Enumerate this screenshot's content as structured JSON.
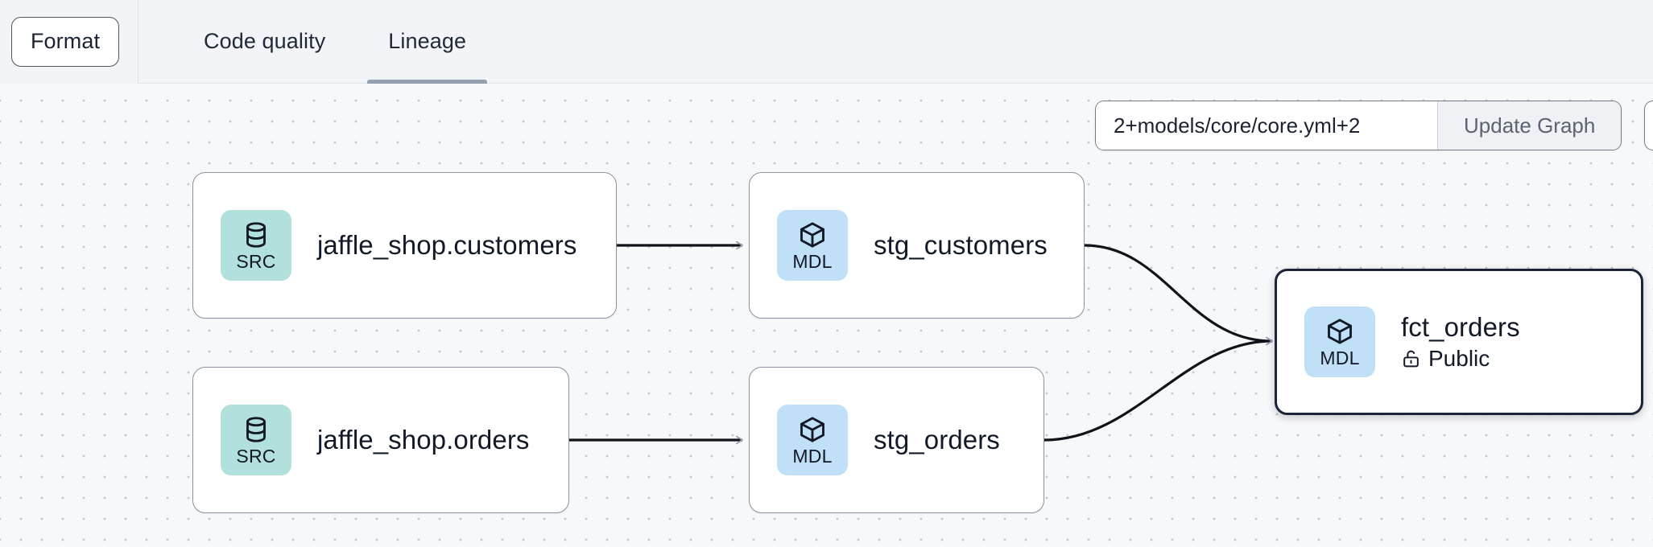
{
  "toolbar": {
    "format_label": "Format",
    "tabs": [
      {
        "label": "Code quality",
        "active": false
      },
      {
        "label": "Lineage",
        "active": true
      }
    ]
  },
  "graph_controls": {
    "selector_value": "2+models/core/core.yml+2",
    "selector_placeholder": "2+models/core/core.yml+2",
    "update_button_label": "Update Graph"
  },
  "lineage": {
    "nodes": [
      {
        "id": "jaffle_shop_customers",
        "badge": "SRC",
        "badge_icon": "database-icon",
        "badge_color": "#b2e0dd",
        "title": "jaffle_shop.customers",
        "subtitle": null,
        "selected": false
      },
      {
        "id": "stg_customers",
        "badge": "MDL",
        "badge_icon": "cube-icon",
        "badge_color": "#bfe0f7",
        "title": "stg_customers",
        "subtitle": null,
        "selected": false
      },
      {
        "id": "jaffle_shop_orders",
        "badge": "SRC",
        "badge_icon": "database-icon",
        "badge_color": "#b2e0dd",
        "title": "jaffle_shop.orders",
        "subtitle": null,
        "selected": false
      },
      {
        "id": "stg_orders",
        "badge": "MDL",
        "badge_icon": "cube-icon",
        "badge_color": "#bfe0f7",
        "title": "stg_orders",
        "subtitle": null,
        "selected": false
      },
      {
        "id": "fct_orders",
        "badge": "MDL",
        "badge_icon": "cube-icon",
        "badge_color": "#bfe0f7",
        "title": "fct_orders",
        "subtitle": "Public",
        "subtitle_icon": "unlock-icon",
        "selected": true
      }
    ],
    "edges": [
      {
        "from": "jaffle_shop_customers",
        "to": "stg_customers"
      },
      {
        "from": "jaffle_shop_orders",
        "to": "stg_orders"
      },
      {
        "from": "stg_customers",
        "to": "fct_orders"
      },
      {
        "from": "stg_orders",
        "to": "fct_orders"
      }
    ],
    "edge_color": "#10131a"
  },
  "colors": {
    "canvas_background": "#f7f8fa",
    "topbar_background": "#f2f4f7",
    "dot_grid": "#c5cad4",
    "node_border": "#8b93a1",
    "node_border_selected": "#1b2438",
    "tab_underline": "#94a0b0",
    "src_badge": "#b2e0dd",
    "mdl_badge": "#bfe0f7"
  }
}
